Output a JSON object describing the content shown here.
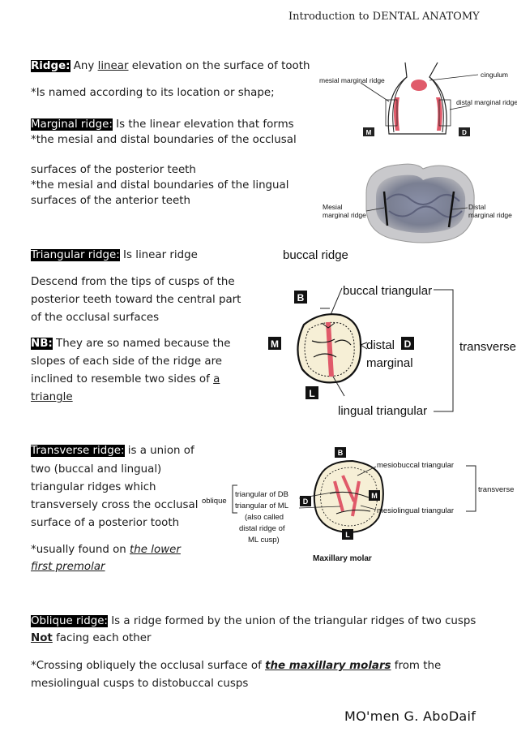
{
  "header": "Introduction to DENTAL ANATOMY",
  "ridge": {
    "term": "Ridge:",
    "pre": " Any ",
    "underlined": "linear",
    "post": " elevation on the surface of tooth",
    "named": "*Is named according to its location or shape;"
  },
  "marginal": {
    "term": "Marginal ridge:",
    "def": " Is the linear elevation that forms",
    "l2": "*the mesial and distal boundaries of the occlusal",
    "l3": "surfaces of the posterior teeth",
    "l4": "*the mesial and distal boundaries of the lingual",
    "l5": "surfaces of the anterior teeth"
  },
  "fig1": {
    "cingulum": "cingulum",
    "mesial_marginal_ridge": "mesial marginal ridge",
    "distal_marginal_ridge": "distal marginal ridge",
    "m": "M",
    "d": "D"
  },
  "fig2": {
    "mesial1": "Mesial",
    "mesial2": "marginal ridge",
    "distal1": "Distal",
    "distal2": "marginal ridge"
  },
  "triangular": {
    "term": "Triangular ridge:",
    "def": " Is linear ridge",
    "l1": "Descend from the tips of cusps of the",
    "l2": "posterior teeth toward the central part",
    "l3": "of the occlusal surfaces",
    "nb": "NB:",
    "nb1": " They are so named because the",
    "nb2": "slopes of each side of the ridge are",
    "nb3pre": "inclined to resemble two sides of ",
    "nb3u": "a",
    "nb4": "triangle"
  },
  "fig3": {
    "buccal_ridge": "buccal ridge",
    "buccal_triangular": "buccal triangular",
    "b": "B",
    "m": "M",
    "distal": "distal",
    "marginal": "marginal",
    "d": "D",
    "l": "L",
    "lingual_triangular": "lingual triangular",
    "transverse": "transverse"
  },
  "transverse": {
    "term": "Transverse ridge:",
    "def": " is a union of",
    "l1": "two (buccal and lingual)",
    "l2": "triangular ridges which",
    "l3": "transversely cross the occlusal",
    "l4": "surface of a posterior tooth",
    "l5pre": "*usually found on ",
    "l5u": "the lower",
    "l6u": "first premolar"
  },
  "fig4": {
    "b": "B",
    "mesiobuccal_triangular": "mesiobuccal triangular",
    "transverse": "transverse",
    "oblique": "oblique",
    "tri_db": "triangular of DB",
    "tri_ml": "triangular of ML",
    "also1": "(also called",
    "also2": "distal ridge of",
    "also3": "ML cusp)",
    "d": "D",
    "m": "M",
    "mesiolingual_triangular": "mesiolingual triangular",
    "l": "L",
    "caption": "Maxillary molar"
  },
  "oblique": {
    "term": "Oblique ridge:",
    "def": " Is a ridge formed by the union of the triangular ridges of two cusps",
    "not": "Not",
    "facing": " facing each other",
    "l3pre": "*Crossing obliquely the occlusal surface of ",
    "l3u": "the maxillary molars",
    "l3post": " from the",
    "l4": "mesiolingual cusps to distobuccal cusps"
  },
  "footer": "MO'men G. AboDaif"
}
